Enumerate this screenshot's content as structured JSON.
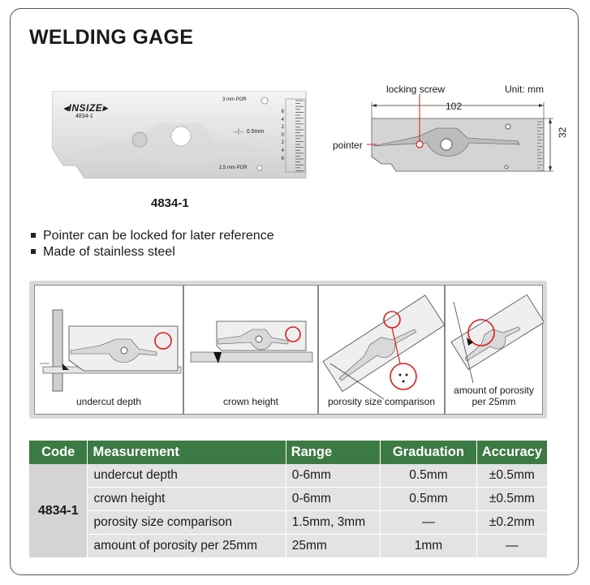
{
  "title": "WELDING GAGE",
  "product": {
    "model": "4834-1",
    "brand": "INSIZE",
    "photo_labels": {
      "top_hole": "3 mm POR",
      "bottom_hole": "1.5 mm POR",
      "center": "0.5mm"
    },
    "scale_numbers": [
      "6",
      "4",
      "2",
      "0",
      "2",
      "4",
      "6"
    ],
    "scale_unit": "mm"
  },
  "drawing": {
    "unit": "Unit: mm",
    "locking_screw": "locking screw",
    "pointer": "pointer",
    "width": "102",
    "height": "32"
  },
  "features": [
    "Pointer can be locked for later reference",
    "Made of stainless steel"
  ],
  "usage": [
    {
      "caption": "undercut depth"
    },
    {
      "caption": "crown height"
    },
    {
      "caption": "porosity size comparison"
    },
    {
      "caption_line1": "amount of porosity",
      "caption_line2": "per 25mm"
    }
  ],
  "table": {
    "headers": {
      "code": "Code",
      "measurement": "Measurement",
      "range": "Range",
      "graduation": "Graduation",
      "accuracy": "Accuracy"
    },
    "code": "4834-1",
    "rows": [
      {
        "measurement": "undercut depth",
        "range": "0-6mm",
        "graduation": "0.5mm",
        "accuracy": "±0.5mm"
      },
      {
        "measurement": "crown height",
        "range": "0-6mm",
        "graduation": "0.5mm",
        "accuracy": "±0.5mm"
      },
      {
        "measurement": "porosity size comparison",
        "range": "1.5mm, 3mm",
        "graduation": "—",
        "accuracy": "±0.2mm"
      },
      {
        "measurement": "amount of porosity per 25mm",
        "range": "25mm",
        "graduation": "1mm",
        "accuracy": "—"
      }
    ]
  },
  "colors": {
    "header_green": "#3c7a43",
    "highlight_red": "#d91c1c"
  }
}
